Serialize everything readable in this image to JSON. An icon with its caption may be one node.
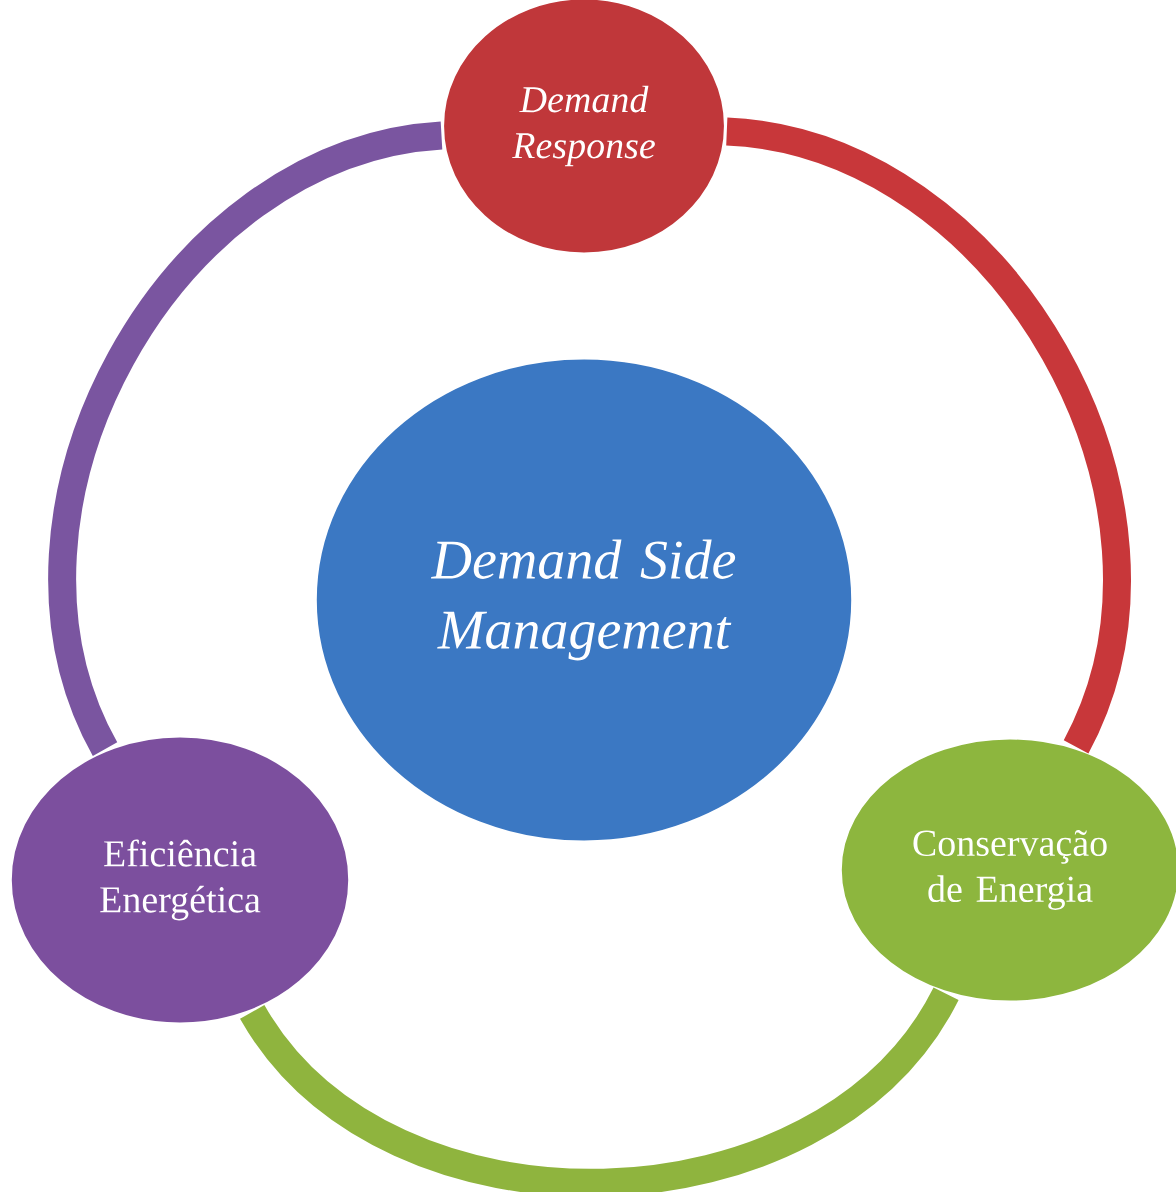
{
  "diagram": {
    "nodes": [
      {
        "text": [
          "Demand Response"
        ]
      },
      {
        "text": [
          "Demand Side Management"
        ]
      },
      {
        "text": [
          "Conservação de Energia"
        ]
      },
      {
        "text": [
          "Eficiência Energética"
        ]
      }
    ],
    "edges": [
      {
        "from": 0,
        "to": 2,
        "arrow": "none",
        "color": "#c8373a"
      },
      {
        "from": 2,
        "to": 3,
        "arrow": "none",
        "color": "#8fb43e"
      },
      {
        "from": 3,
        "to": 0,
        "arrow": "none",
        "color": "#7a55a0"
      }
    ]
  }
}
